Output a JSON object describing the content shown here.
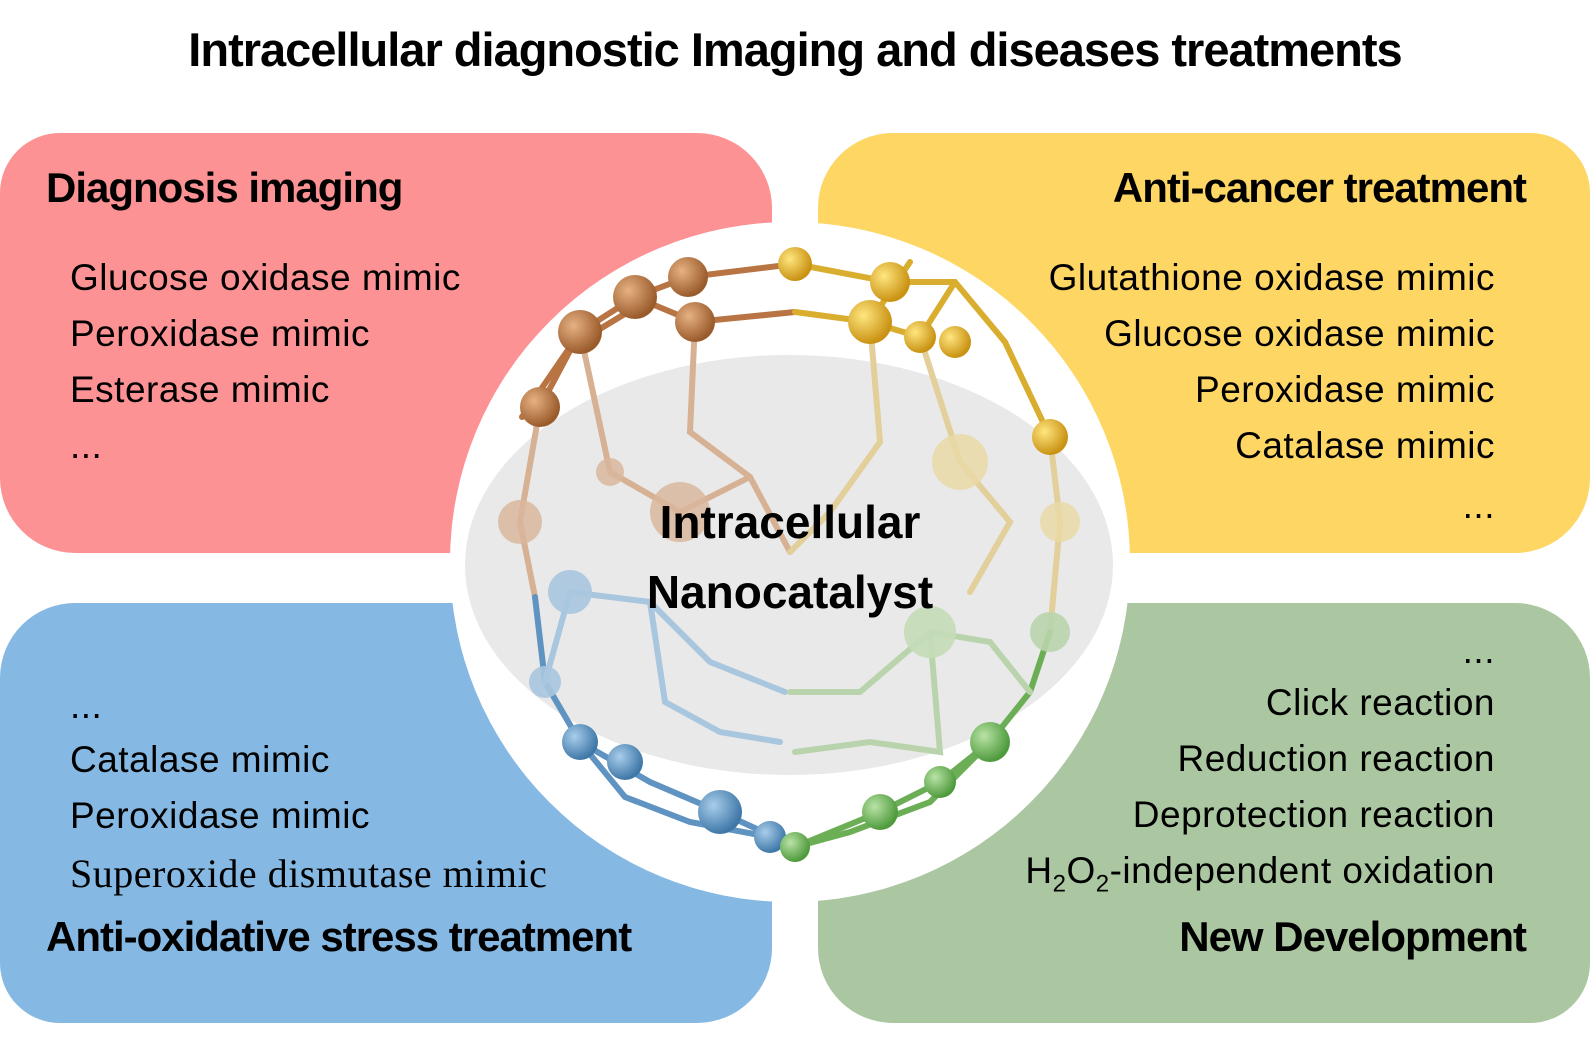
{
  "title": "Intracellular diagnostic Imaging and diseases treatments",
  "colors": {
    "diagnosis": "#fc9294",
    "anticancer": "#fdd664",
    "antioxidative": "#85b8e2",
    "new_development": "#abc7a1",
    "center_ellipse": "#e9e9e9"
  },
  "center": {
    "line1": "Intracellular",
    "line2": "Nanocatalyst"
  },
  "quadrants": {
    "diagnosis": {
      "heading": "Diagnosis imaging",
      "items": [
        "Glucose oxidase mimic",
        "Peroxidase mimic",
        "Esterase mimic",
        "..."
      ]
    },
    "anticancer": {
      "heading": "Anti-cancer treatment",
      "items": [
        "Glutathione oxidase mimic",
        "Glucose oxidase mimic",
        "Peroxidase mimic",
        "Catalase  mimic",
        "..."
      ]
    },
    "antioxidative": {
      "heading": "Anti-oxidative stress treatment",
      "items": [
        "...",
        "Catalase  mimic",
        "Peroxidase mimic",
        "Superoxide  dismutase  mimic"
      ]
    },
    "new_development": {
      "heading": "New Development",
      "items": [
        "...",
        "Click reaction",
        "Reduction  reaction",
        "Deprotection  reaction"
      ],
      "h2o2_item": {
        "h": "H",
        "sub1": "2",
        "o": "O",
        "sub2": "2",
        "rest": "-independent  oxidation"
      }
    }
  }
}
